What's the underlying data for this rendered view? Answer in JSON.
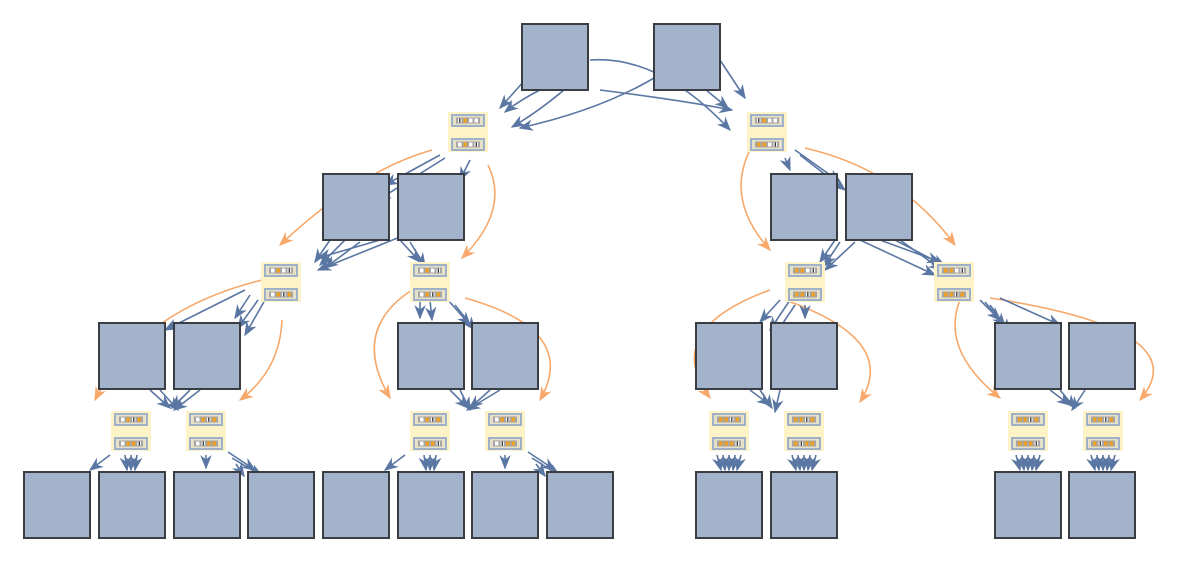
{
  "diagram": {
    "type": "state-transition-tree",
    "colors": {
      "square_fill": "#a3b3cc",
      "square_border": "#3a3d42",
      "state_background": "#fdf3c6",
      "panel_fill": "#e6e1c8",
      "panel_border": "#9fb0c9",
      "indicator_on": "#f0a020",
      "indicator_off": "#ffffff",
      "edge_primary": "#5a76a3",
      "edge_secondary": "#f7a86a"
    },
    "levels": [
      {
        "name": "level-0-squares",
        "square_count": 2
      },
      {
        "name": "level-1-states",
        "state_count": 2
      },
      {
        "name": "level-1-squares",
        "square_count": 4
      },
      {
        "name": "level-2-states",
        "state_count": 4
      },
      {
        "name": "level-2-squares",
        "square_count": 8
      },
      {
        "name": "level-3-states",
        "state_count": 8
      },
      {
        "name": "level-3-squares",
        "square_count": 12
      }
    ],
    "states": [
      {
        "id": "s1L",
        "top": [
          "marker",
          "on",
          "off",
          "off"
        ],
        "bottom": [
          "off",
          "on",
          "off",
          "marker"
        ]
      },
      {
        "id": "s1R",
        "top": [
          "marker",
          "on",
          "off",
          "off"
        ],
        "bottom": [
          "on",
          "on",
          "off",
          "marker"
        ]
      },
      {
        "id": "s2a",
        "top": [
          "off",
          "on",
          "off",
          "marker"
        ],
        "bottom": [
          "off",
          "on",
          "marker",
          "on"
        ]
      },
      {
        "id": "s2b",
        "top": [
          "off",
          "on",
          "off",
          "marker"
        ],
        "bottom": [
          "off",
          "on",
          "marker",
          "on"
        ]
      },
      {
        "id": "s2c",
        "top": [
          "on",
          "on",
          "off",
          "marker"
        ],
        "bottom": [
          "on",
          "on",
          "marker",
          "on"
        ]
      },
      {
        "id": "s2d",
        "top": [
          "on",
          "on",
          "off",
          "marker"
        ],
        "bottom": [
          "on",
          "on",
          "marker",
          "on"
        ]
      },
      {
        "id": "s3a",
        "top": [
          "off",
          "on",
          "marker",
          "on"
        ],
        "bottom": [
          "off",
          "on",
          "on",
          "marker"
        ]
      },
      {
        "id": "s3b",
        "top": [
          "off",
          "on",
          "marker",
          "on"
        ],
        "bottom": [
          "off",
          "marker",
          "on",
          "on"
        ]
      },
      {
        "id": "s3c",
        "top": [
          "off",
          "on",
          "marker",
          "on"
        ],
        "bottom": [
          "off",
          "on",
          "on",
          "marker"
        ]
      },
      {
        "id": "s3d",
        "top": [
          "off",
          "on",
          "marker",
          "on"
        ],
        "bottom": [
          "off",
          "marker",
          "on",
          "on"
        ]
      },
      {
        "id": "s3e",
        "top": [
          "on",
          "on",
          "marker",
          "on"
        ],
        "bottom": [
          "on",
          "on",
          "on",
          "marker"
        ]
      },
      {
        "id": "s3f",
        "top": [
          "on",
          "on",
          "marker",
          "on"
        ],
        "bottom": [
          "on",
          "marker",
          "on",
          "on"
        ]
      },
      {
        "id": "s3g",
        "top": [
          "on",
          "on",
          "marker",
          "on"
        ],
        "bottom": [
          "on",
          "on",
          "on",
          "marker"
        ]
      },
      {
        "id": "s3h",
        "top": [
          "on",
          "on",
          "marker",
          "on"
        ],
        "bottom": [
          "on",
          "marker",
          "on",
          "on"
        ]
      }
    ]
  }
}
